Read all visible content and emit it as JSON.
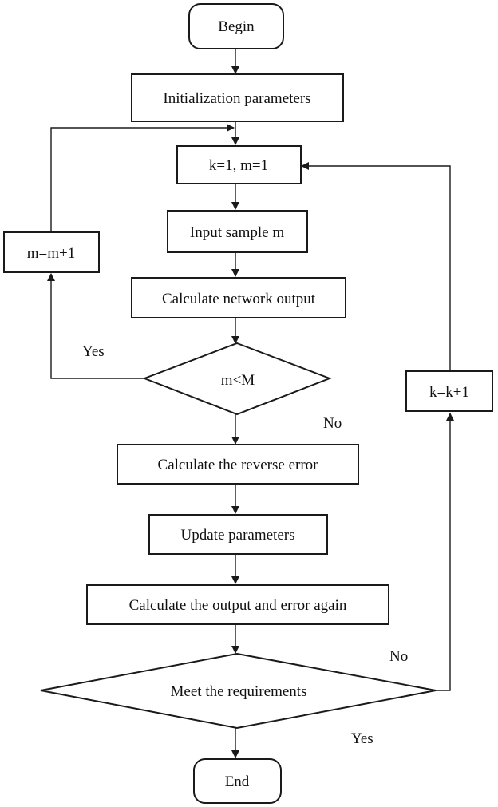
{
  "diagram": {
    "nodes": {
      "begin": "Begin",
      "init": "Initialization parameters",
      "k1m1": "k=1, m=1",
      "input": "Input sample m",
      "calc_output": "Calculate network output",
      "decision_m": "m<M",
      "m_inc": "m=m+1",
      "reverse_error": "Calculate the reverse error",
      "update": "Update parameters",
      "calc_again": "Calculate the output and error again",
      "decision_req": "Meet the requirements",
      "k_inc": "k=k+1",
      "end": "End"
    },
    "edge_labels": {
      "m_yes": "Yes",
      "m_no": "No",
      "req_no": "No",
      "req_yes": "Yes"
    }
  }
}
